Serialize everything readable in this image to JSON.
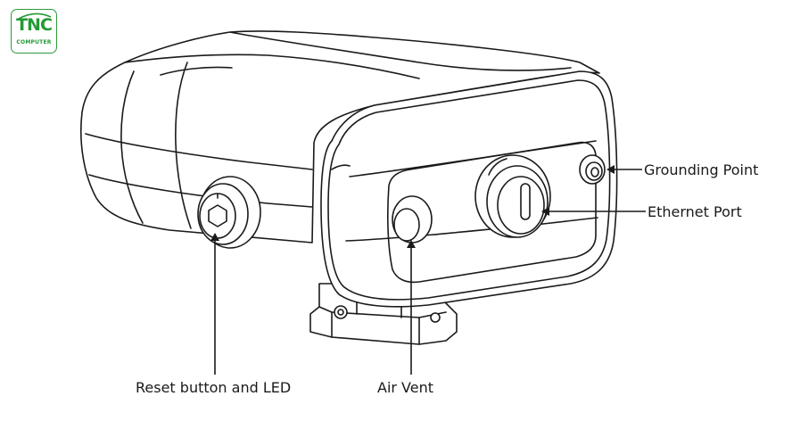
{
  "logo": {
    "main": "TNC",
    "sub": "COMPUTER",
    "color": "#239a36"
  },
  "callouts": {
    "grounding_point": "Grounding Point",
    "ethernet_port": "Ethernet Port",
    "reset_button": "Reset button and LED",
    "air_vent": "Air Vent"
  },
  "colors": {
    "line": "#1a1a1a",
    "fill": "#ffffff"
  }
}
